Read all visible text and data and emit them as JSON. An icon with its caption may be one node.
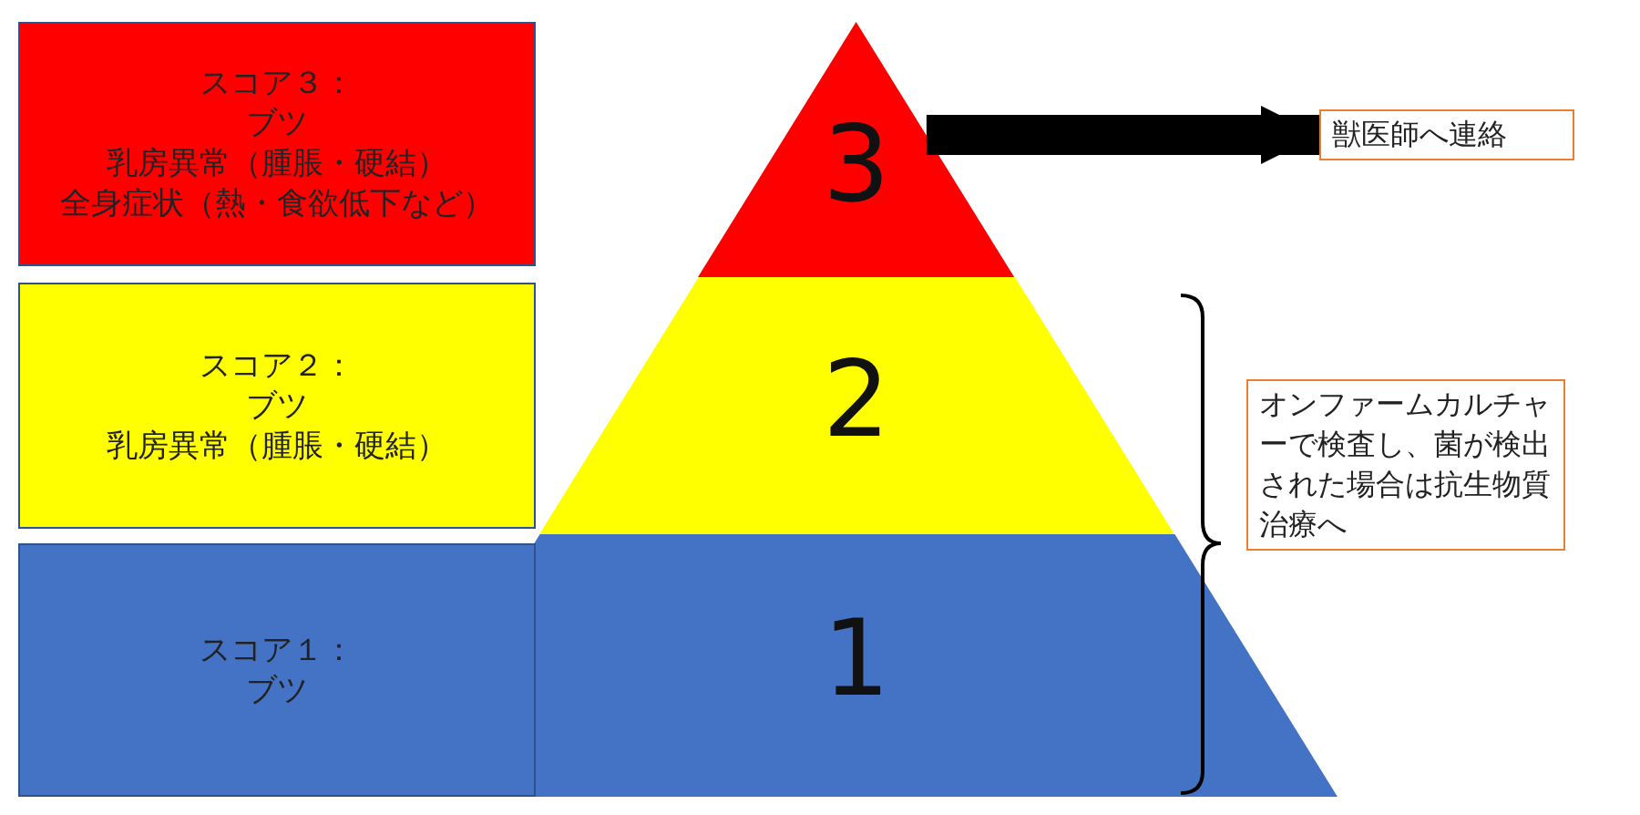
{
  "diagram": {
    "nodes": [
      {
        "text": [
          "スコア３：",
          "ブツ",
          "乳房異常（腫脹・硬結）",
          "全身症状（熱・食欲低下など）"
        ]
      },
      {
        "text": [
          "スコア２：",
          "ブツ",
          "乳房異常（腫脹・硬結）"
        ]
      },
      {
        "text": [
          "スコア１：",
          "ブツ"
        ]
      },
      {
        "text": [
          "3"
        ]
      },
      {
        "text": [
          "2"
        ]
      },
      {
        "text": [
          "1"
        ]
      },
      {
        "text": [
          "獣医師へ連絡"
        ]
      },
      {
        "text": [
          "オンファームカルチャーで検査し、菌が検出された場合は抗生物質治療へ"
        ]
      }
    ],
    "edges": [
      {
        "from": 3,
        "to": 6,
        "arrow": "to"
      }
    ]
  }
}
